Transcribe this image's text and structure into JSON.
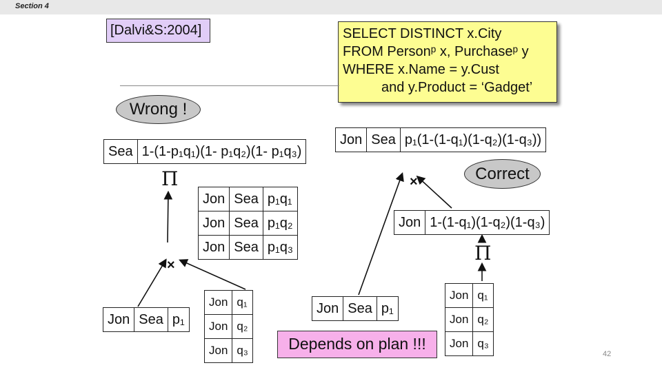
{
  "header": {
    "section": "Section 4"
  },
  "citation": "[Dalvi&S:2004]",
  "sql": [
    "SELECT DISTINCT x.City",
    "FROM Personᵖ x, Purchaseᵖ y",
    "WHERE x.Name = y.Cust",
    "and y.Product = ‘Gadget’"
  ],
  "labels": {
    "wrong": "Wrong !",
    "correct": "Correct",
    "depends": "Depends on plan !!!",
    "page": "42"
  },
  "symbols": {
    "pi": "Π",
    "cross": "×"
  },
  "left_plan": {
    "result": {
      "city": "Sea",
      "prob": "1-(1-p₁q₁)(1- p₁q₂)(1- p₁q₃)"
    },
    "join": [
      [
        "Jon",
        "Sea",
        "p₁q₁"
      ],
      [
        "Jon",
        "Sea",
        "p₁q₂"
      ],
      [
        "Jon",
        "Sea",
        "p₁q₃"
      ]
    ],
    "person": [
      "Jon",
      "Sea",
      "p₁"
    ],
    "purchase": [
      [
        "Jon",
        "q₁"
      ],
      [
        "Jon",
        "q₂"
      ],
      [
        "Jon",
        "q₃"
      ]
    ]
  },
  "right_plan": {
    "result": [
      "Jon",
      "Sea",
      "p₁(1-(1-q₁)(1-q₂)(1-q₃))"
    ],
    "proj": [
      "Jon",
      "1-(1-q₁)(1-q₂)(1-q₃)"
    ],
    "person": [
      "Jon",
      "Sea",
      "p₁"
    ],
    "purchase": [
      [
        "Jon",
        "q₁"
      ],
      [
        "Jon",
        "q₂"
      ],
      [
        "Jon",
        "q₃"
      ]
    ]
  }
}
